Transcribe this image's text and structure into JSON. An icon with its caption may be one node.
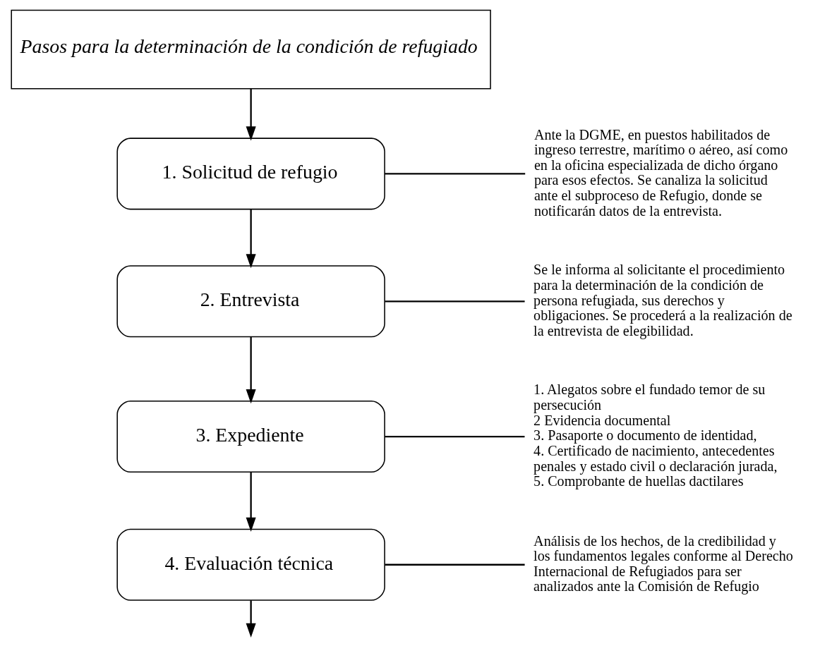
{
  "diagram": {
    "nodes": [
      {
        "text": [
          "Pasos para la determinación de la condición de refugiado"
        ]
      },
      {
        "text": [
          "1. Solicitud de refugio"
        ]
      },
      {
        "text": [
          "2. Entrevista"
        ]
      },
      {
        "text": [
          "3. Expediente"
        ]
      },
      {
        "text": [
          "4. Evaluación técnica"
        ]
      },
      {
        "text": [
          "Ante la DGME, en puestos habilitados de ingreso terrestre, marítimo o aéreo, así como en la oficina especializada de dicho órgano para esos efectos. Se canaliza la solicitud ante el subproceso de Refugio, donde se notificarán datos de la entrevista."
        ]
      },
      {
        "text": [
          "Se le informa al solicitante el procedimiento para la determinación de la condición de persona refugiada, sus derechos y obligaciones. Se procederá a la realización de la entrevista de elegibilidad."
        ]
      },
      {
        "text": [
          "1. Alegatos sobre el fundado temor de su persecución",
          "2 Evidencia documental",
          "3. Pasaporte o documento de identidad,",
          "4. Certificado de nacimiento, antecedentes penales y estado civil o declaración jurada,",
          "5. Comprobante de huellas dactilares"
        ]
      },
      {
        "text": [
          "Análisis de los hechos, de la credibilidad y los fundamentos legales conforme al Derecho Internacional de Refugiados para ser analizados ante la Comisión de Refugio"
        ]
      }
    ],
    "edges": [
      {
        "from": 0,
        "to": 1,
        "arrow": "to"
      },
      {
        "from": 1,
        "to": 2,
        "arrow": "to"
      },
      {
        "from": 2,
        "to": 3,
        "arrow": "to"
      },
      {
        "from": 3,
        "to": 4,
        "arrow": "to"
      },
      {
        "from": 4,
        "to": null,
        "arrow": "to"
      },
      {
        "from": 1,
        "to": 5,
        "arrow": "none"
      },
      {
        "from": 2,
        "to": 6,
        "arrow": "none"
      },
      {
        "from": 3,
        "to": 7,
        "arrow": "none"
      },
      {
        "from": 4,
        "to": 8,
        "arrow": "none"
      }
    ]
  }
}
